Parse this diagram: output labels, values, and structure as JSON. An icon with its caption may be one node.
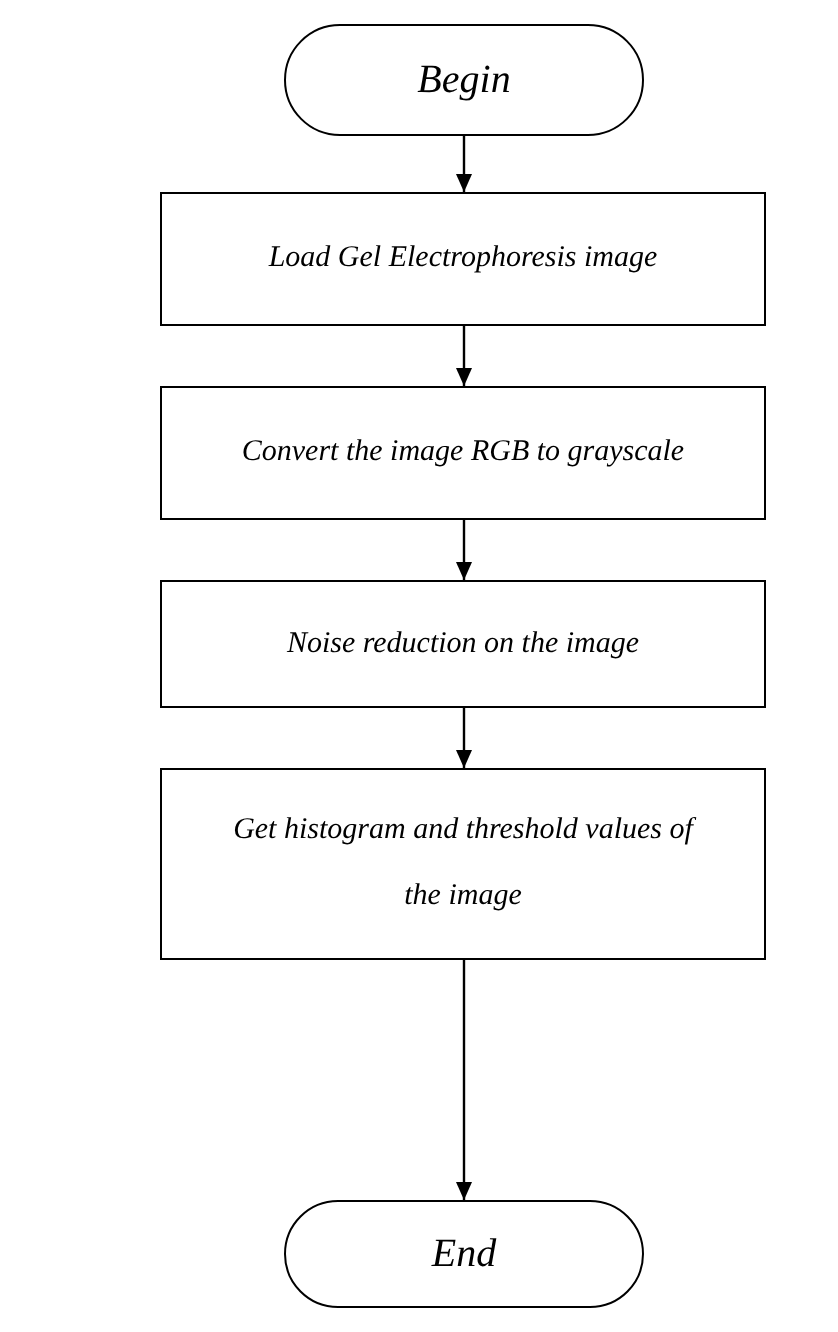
{
  "diagram": {
    "nodes": [
      {
        "text": [
          "Begin"
        ]
      },
      {
        "text": [
          "Load Gel Electrophoresis image"
        ]
      },
      {
        "text": [
          "Convert the image RGB to grayscale"
        ]
      },
      {
        "text": [
          "Noise reduction on the image"
        ]
      },
      {
        "text": [
          "Get histogram and threshold values of the image"
        ]
      },
      {
        "text": [
          "End"
        ]
      }
    ],
    "edges": [
      {
        "from": 0,
        "to": 1,
        "arrow": "to"
      },
      {
        "from": 1,
        "to": 2,
        "arrow": "to"
      },
      {
        "from": 2,
        "to": 3,
        "arrow": "to"
      },
      {
        "from": 3,
        "to": 4,
        "arrow": "to"
      },
      {
        "from": 4,
        "to": 5,
        "arrow": "to"
      }
    ]
  }
}
